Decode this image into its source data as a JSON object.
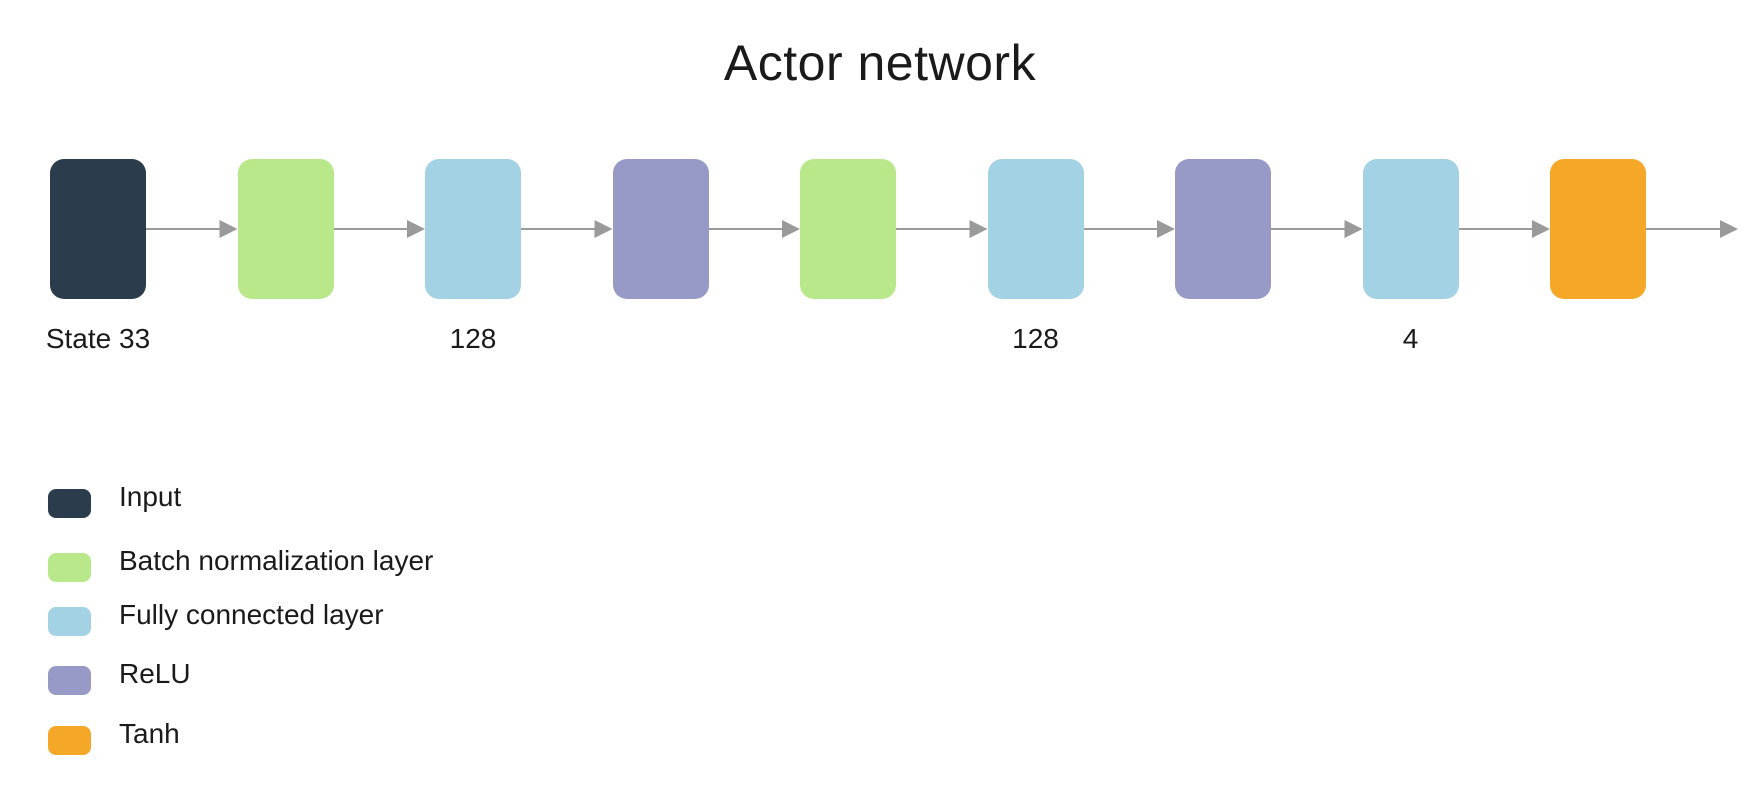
{
  "title": "Actor network",
  "colors": {
    "input": "#2b3d4c",
    "batchnorm": "#b9e88a",
    "fc": "#a3d2e4",
    "relu": "#979ac6",
    "tanh": "#f5a727",
    "arrow": "#9a9a9a"
  },
  "layers": [
    {
      "type": "input",
      "label": "State 33"
    },
    {
      "type": "batchnorm",
      "label": ""
    },
    {
      "type": "fc",
      "label": "128"
    },
    {
      "type": "relu",
      "label": ""
    },
    {
      "type": "batchnorm",
      "label": ""
    },
    {
      "type": "fc",
      "label": "128"
    },
    {
      "type": "relu",
      "label": ""
    },
    {
      "type": "fc",
      "label": "4"
    },
    {
      "type": "tanh",
      "label": ""
    }
  ],
  "legend": [
    {
      "type": "input",
      "label": "Input",
      "icon": "input-swatch"
    },
    {
      "type": "batchnorm",
      "label": "Batch normalization layer",
      "icon": "batchnorm-swatch"
    },
    {
      "type": "fc",
      "label": "Fully connected layer",
      "icon": "fc-swatch"
    },
    {
      "type": "relu",
      "label": "ReLU",
      "icon": "relu-swatch"
    },
    {
      "type": "tanh",
      "label": "Tanh",
      "icon": "tanh-swatch"
    }
  ]
}
